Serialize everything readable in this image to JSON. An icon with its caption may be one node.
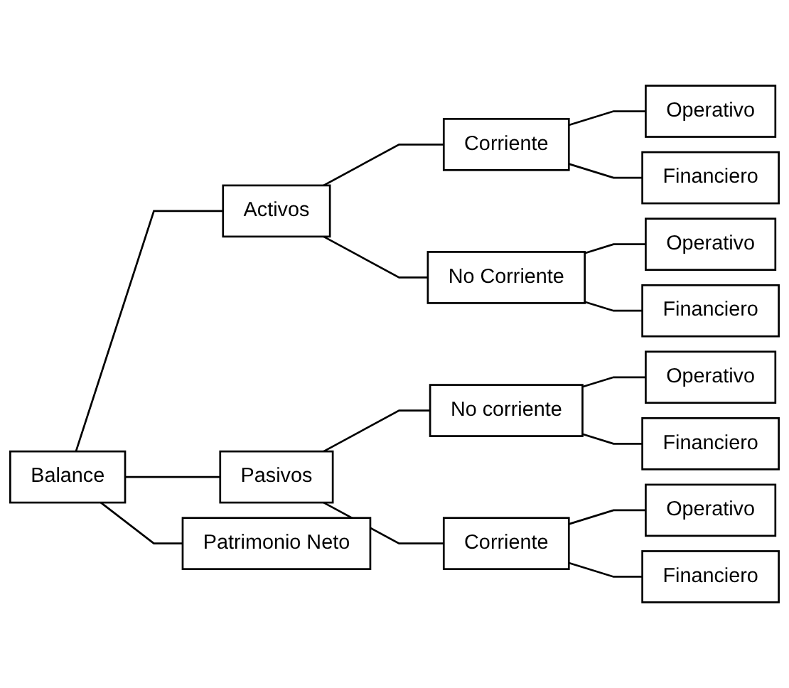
{
  "diagram": {
    "nodes": [
      {
        "text": [
          "Balance"
        ]
      },
      {
        "text": [
          "Activos"
        ]
      },
      {
        "text": [
          "Corriente"
        ]
      },
      {
        "text": [
          "Operativo"
        ]
      },
      {
        "text": [
          "Financiero"
        ]
      },
      {
        "text": [
          "No Corriente"
        ]
      },
      {
        "text": [
          "Operativo"
        ]
      },
      {
        "text": [
          "Financiero"
        ]
      },
      {
        "text": [
          "Pasivos"
        ]
      },
      {
        "text": [
          "No corriente"
        ]
      },
      {
        "text": [
          "Operativo"
        ]
      },
      {
        "text": [
          "Financiero"
        ]
      },
      {
        "text": [
          "Corriente"
        ]
      },
      {
        "text": [
          "Operativo"
        ]
      },
      {
        "text": [
          "Financiero"
        ]
      },
      {
        "text": [
          "Patrimonio Neto"
        ]
      }
    ],
    "edges": [
      {
        "from": 0,
        "to": 1,
        "arrow": "none"
      },
      {
        "from": 0,
        "to": 8,
        "arrow": "none"
      },
      {
        "from": 0,
        "to": 15,
        "arrow": "none"
      },
      {
        "from": 1,
        "to": 2,
        "arrow": "none"
      },
      {
        "from": 1,
        "to": 5,
        "arrow": "none"
      },
      {
        "from": 2,
        "to": 3,
        "arrow": "none"
      },
      {
        "from": 2,
        "to": 4,
        "arrow": "none"
      },
      {
        "from": 5,
        "to": 6,
        "arrow": "none"
      },
      {
        "from": 5,
        "to": 7,
        "arrow": "none"
      },
      {
        "from": 8,
        "to": 9,
        "arrow": "none"
      },
      {
        "from": 8,
        "to": 12,
        "arrow": "none"
      },
      {
        "from": 9,
        "to": 10,
        "arrow": "none"
      },
      {
        "from": 9,
        "to": 11,
        "arrow": "none"
      },
      {
        "from": 12,
        "to": 13,
        "arrow": "none"
      },
      {
        "from": 12,
        "to": 14,
        "arrow": "none"
      }
    ]
  }
}
